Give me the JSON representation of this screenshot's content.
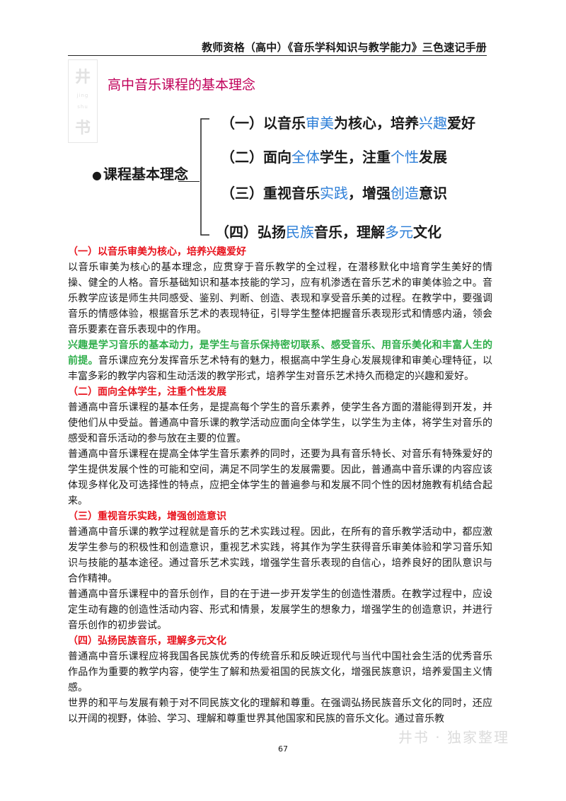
{
  "header": {
    "title": "教师资格（高中）《音乐学科知识与教学能力》三色速记手册"
  },
  "logo": {
    "top": "井",
    "line1": "jing",
    "line2": "shu",
    "bottom": "书"
  },
  "section_title": "高中音乐课程的基本理念",
  "mindmap": {
    "root": "课程基本理念",
    "branches": [
      [
        {
          "t": "（一）以音乐"
        },
        {
          "t": "审美",
          "hl": true
        },
        {
          "t": "为核心，培养"
        },
        {
          "t": "兴趣",
          "hl": true
        },
        {
          "t": "爱好"
        }
      ],
      [
        {
          "t": "（二）面向"
        },
        {
          "t": "全体",
          "hl": true
        },
        {
          "t": "学生，注重"
        },
        {
          "t": "个性",
          "hl": true
        },
        {
          "t": "发展"
        }
      ],
      [
        {
          "t": "（三）重视音乐"
        },
        {
          "t": "实践",
          "hl": true
        },
        {
          "t": "，增强"
        },
        {
          "t": "创造",
          "hl": true
        },
        {
          "t": "意识"
        }
      ],
      [
        {
          "t": "（四）弘扬"
        },
        {
          "t": "民族",
          "hl": true
        },
        {
          "t": "音乐，理解"
        },
        {
          "t": "多元",
          "hl": true
        },
        {
          "t": "文化"
        }
      ]
    ]
  },
  "body": {
    "s1_heading": "（一）以音乐审美为核心，培养兴趣爱好",
    "s1_p1": "以音乐审美为核心的基本理念，应贯穿于音乐教学的全过程，在潜移默化中培育学生美好的情操、健全的人格。音乐基础知识和基本技能的学习，应有机渗透在音乐艺术的审美体验之中。音乐教学应该是师生共同感受、鉴别、判断、创造、表现和享受音乐美的过程。在教学中，要强调音乐的情感体验，根据音乐艺术的表现特征，引导学生整体把握音乐表现形式和情感内涵，领会音乐要素在音乐表现中的作用。",
    "s1_p2_green": "兴趣是学习音乐的基本动力，是学生与音乐保持密切联系、感受音乐、用音乐美化和丰富人生的前提。",
    "s1_p2_rest": "音乐课应充分发挥音乐艺术特有的魅力，根据高中学生身心发展规律和审美心理特征，以丰富多彩的教学内容和生动活泼的教学形式，培养学生对音乐艺术持久而稳定的兴趣和爱好。",
    "s2_heading": "（二）面向全体学生，注重个性发展",
    "s2_p1": "普通高中音乐课程的基本任务，是提高每个学生的音乐素养，使学生各方面的潜能得到开发，并使他们从中受益。普通高中音乐课的教学活动应面向全体学生，以学生为主体，将学生对音乐的感受和音乐活动的参与放在主要的位置。",
    "s2_p2": "普通高中音乐课程在提高全体学生音乐素养的同时，还要为具有音乐特长、对音乐有特殊爱好的学生提供发展个性的可能和空间，满足不同学生的发展需要。因此，普通高中音乐课的内容应该体现多样化及可选择性的特点，应把全体学生的普遍参与和发展不同个性的因材施教有机结合起来。",
    "s3_heading": "（三）重视音乐实践，增强创造意识",
    "s3_p1": "普通高中音乐课的教学过程就是音乐的艺术实践过程。因此，在所有的音乐教学活动中，都应激发学生参与的积极性和创造意识，重视艺术实践，将其作为学生获得音乐审美体验和学习音乐知识与技能的基本途径。通过音乐艺术实践，增强学生音乐表现的自信心，培养良好的团队意识与合作精神。",
    "s3_p2": "普通高中音乐课程中的音乐创作，目的在于进一步开发学生的创造性潜质。在教学过程中，应设定生动有趣的创造性活动内容、形式和情景，发展学生的想象力，增强学生的创造意识，并进行音乐创作的初步尝试。",
    "s4_heading": "（四）弘扬民族音乐，理解多元文化",
    "s4_p1": "普通高中音乐课程应将我国各民族优秀的传统音乐和反映近现代与当代中国社会生活的优秀音乐作品作为重要的教学内容，使学生了解和热爱祖国的民族文化，增强民族意识，培养爱国主义情感。",
    "s4_p2": "世界的和平与发展有赖于对不同民族文化的理解和尊重。在强调弘扬民族音乐文化的同时，还应以开阔的视野，体验、学习、理解和尊重世界其他国家和民族的音乐文化。通过音乐教"
  },
  "footer": {
    "page": "67",
    "watermark": "井书 · 独家整理"
  },
  "colors": {
    "accent_blue": "#2d7fd8",
    "heading_red": "#e8121c",
    "title_magenta": "#c0005a",
    "highlight_green": "#2eae4a"
  }
}
